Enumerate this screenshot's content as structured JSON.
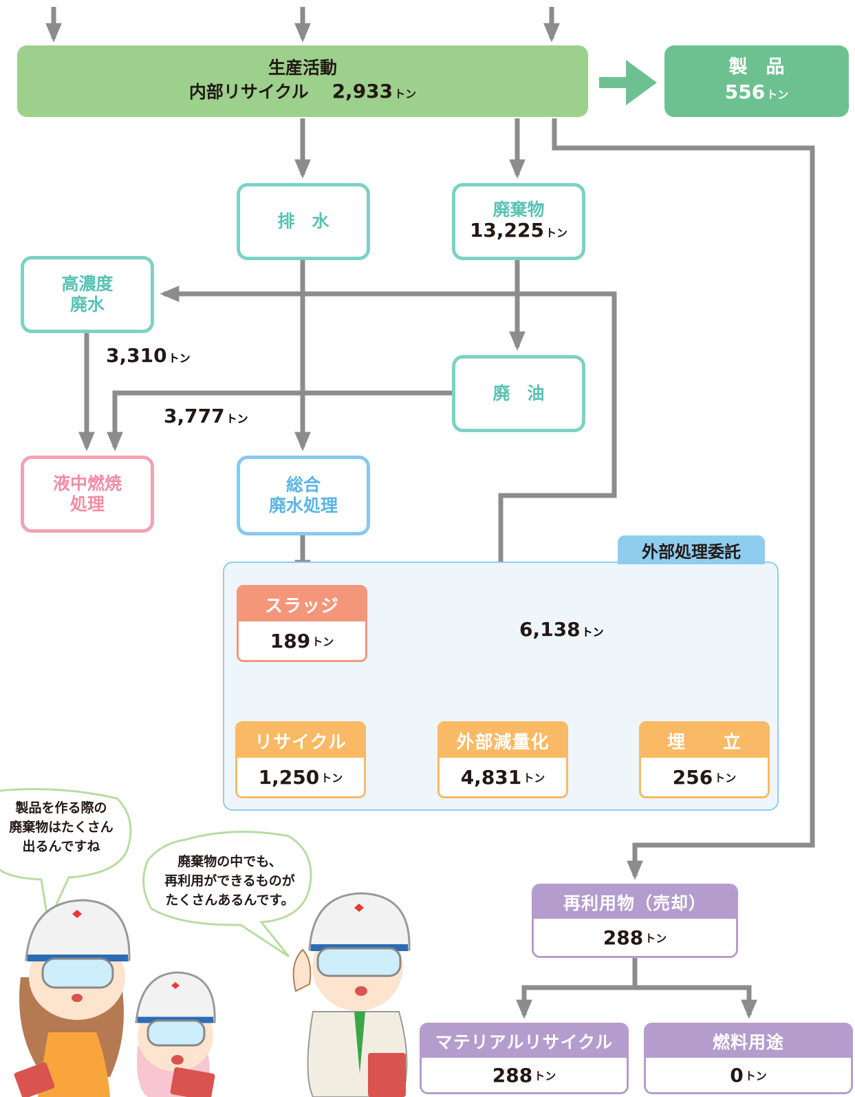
{
  "production": {
    "title": "生産活動",
    "subtitle": "内部リサイクル",
    "value": "2,933",
    "unit": "トン"
  },
  "product": {
    "title": "製　品",
    "value": "556",
    "unit": "トン"
  },
  "drainage": {
    "title": "排　水"
  },
  "waste": {
    "title": "廃棄物",
    "value": "13,225",
    "unit": "トン"
  },
  "high_conc": {
    "title_1": "高濃度",
    "title_2": "廃水"
  },
  "waste_oil": {
    "title": "廃　油"
  },
  "submerged": {
    "title_1": "液中燃焼",
    "title_2": "処理"
  },
  "general": {
    "title_1": "総合",
    "title_2": "廃水処理"
  },
  "flows": {
    "high_conc": {
      "value": "3,310",
      "unit": "トン"
    },
    "oil": {
      "value": "3,777",
      "unit": "トン"
    },
    "external": {
      "value": "6,138",
      "unit": "トン"
    }
  },
  "outsourcing": {
    "label": "外部処理委託"
  },
  "sludge": {
    "title": "スラッジ",
    "value": "189",
    "unit": "トン"
  },
  "recycle": {
    "title": "リサイクル",
    "value": "1,250",
    "unit": "トン"
  },
  "reduction": {
    "title": "外部減量化",
    "value": "4,831",
    "unit": "トン"
  },
  "landfill": {
    "title": "埋　　立",
    "value": "256",
    "unit": "トン"
  },
  "reuse": {
    "title": "再利用物（売却）",
    "value": "288",
    "unit": "トン"
  },
  "material": {
    "title": "マテリアルリサイクル",
    "value": "288",
    "unit": "トン"
  },
  "fuel": {
    "title": "燃料用途",
    "value": "0",
    "unit": "トン"
  },
  "speech": {
    "left": [
      "製品を作る際の",
      "廃棄物はたくさん",
      "出るんですね"
    ],
    "right": [
      "廃棄物の中でも、",
      "再利用ができるものが",
      "たくさんあるんです。"
    ]
  },
  "colors": {
    "green": "#9dd08c",
    "dark_green": "#6dc190",
    "teal": "#7dd1c6",
    "pink": "#f2a3b3",
    "blue": "#86c9ee",
    "salmon": "#f4967a",
    "orange": "#f9b965",
    "purple": "#b49ccd",
    "arrow": "#8c8c8c"
  }
}
